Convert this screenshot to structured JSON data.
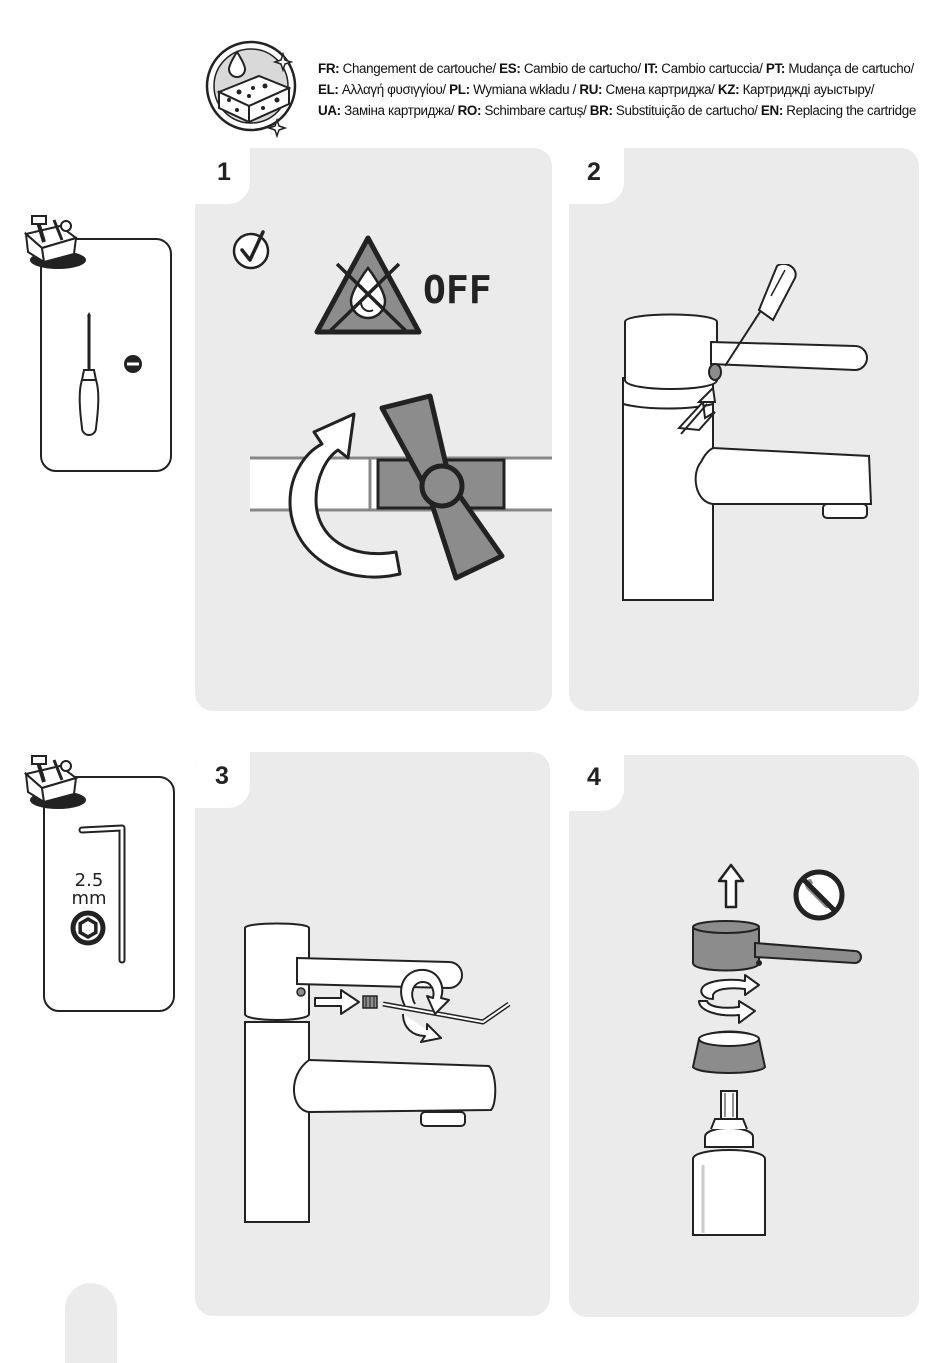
{
  "header": {
    "languages": [
      {
        "code": "FR",
        "text": "Changement de cartouche/ "
      },
      {
        "code": "ES",
        "text": "Cambio de cartucho/ "
      },
      {
        "code": "IT",
        "text": "Cambio cartuccia/ "
      },
      {
        "code": "PT",
        "text": "Mudança de cartucho/"
      },
      {
        "code": "EL",
        "text": "Αλλαγή φυσιγγίου/ "
      },
      {
        "code": "PL",
        "text": "Wymiana wkładu / "
      },
      {
        "code": "RU",
        "text": "Смена картриджа/ "
      },
      {
        "code": "KZ",
        "text": "Картриджді ауыстыру/"
      },
      {
        "code": "UA",
        "text": "Заміна картриджа/ "
      },
      {
        "code": "RO",
        "text": "Schimbare cartuș/ "
      },
      {
        "code": "BR",
        "text": "Substituição de cartucho/ "
      },
      {
        "code": "EN",
        "text": "Replacing the cartridge"
      }
    ]
  },
  "steps": [
    {
      "number": "1",
      "off_label": "OFF"
    },
    {
      "number": "2"
    },
    {
      "number": "3"
    },
    {
      "number": "4"
    }
  ],
  "tools": {
    "hex_key_size": "2.5",
    "hex_key_unit": "mm"
  },
  "colors": {
    "panel_bg": "#ebebeb",
    "line": "#222222",
    "gray_fill": "#8c8c8c",
    "white": "#ffffff"
  },
  "icons": [
    "cleaning-sponge-icon",
    "check-icon",
    "water-off-warning-icon",
    "valve-handle-icon",
    "toolbox-icon",
    "flat-screwdriver-icon",
    "hex-key-icon",
    "no-tools-icon"
  ]
}
